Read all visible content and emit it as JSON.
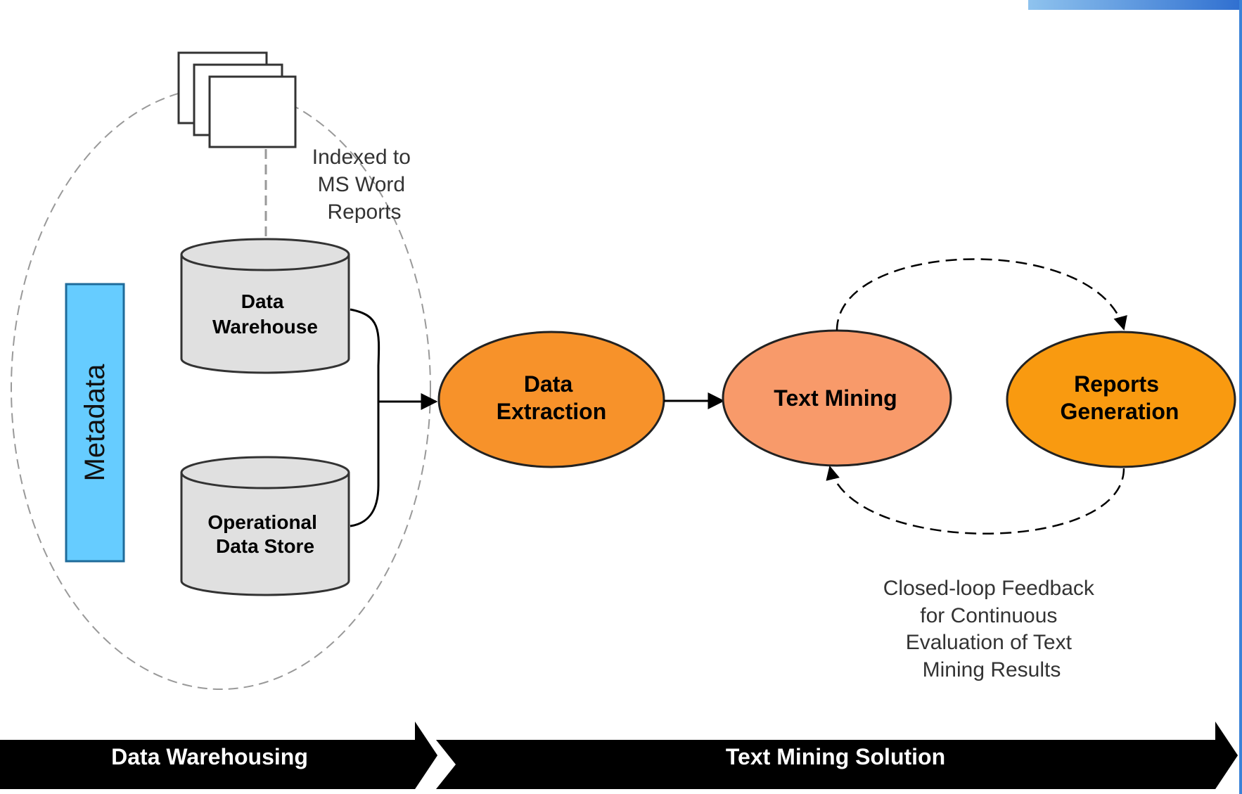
{
  "colors": {
    "metadata_fill": "#66ccff",
    "cylinder_fill": "#e0e0e0",
    "extraction_fill": "#f7922a",
    "text_mining_fill": "#f89a6a",
    "reports_fill": "#f99a10",
    "band_fill": "#000000",
    "corner_accent": "#3a82d8"
  },
  "left_zone": {
    "metadata_label": "Metadata",
    "indexed_label": [
      "Indexed to",
      "MS Word",
      "Reports"
    ],
    "data_warehouse_label": [
      "Data",
      "Warehouse"
    ],
    "operational_label": [
      "Operational",
      "Data Store"
    ]
  },
  "process": {
    "data_extraction_label": [
      "Data",
      "Extraction"
    ],
    "text_mining_label": "Text Mining",
    "reports_generation_label": [
      "Reports",
      "Generation"
    ]
  },
  "feedback_label": [
    "Closed-loop Feedback",
    "for Continuous",
    "Evaluation of Text",
    "Mining Results"
  ],
  "bands": {
    "data_warehousing": "Data Warehousing",
    "text_mining_solution": "Text Mining Solution"
  },
  "icons": [
    "document-stack-icon",
    "database-cylinder-icon",
    "arrow-head-icon"
  ]
}
